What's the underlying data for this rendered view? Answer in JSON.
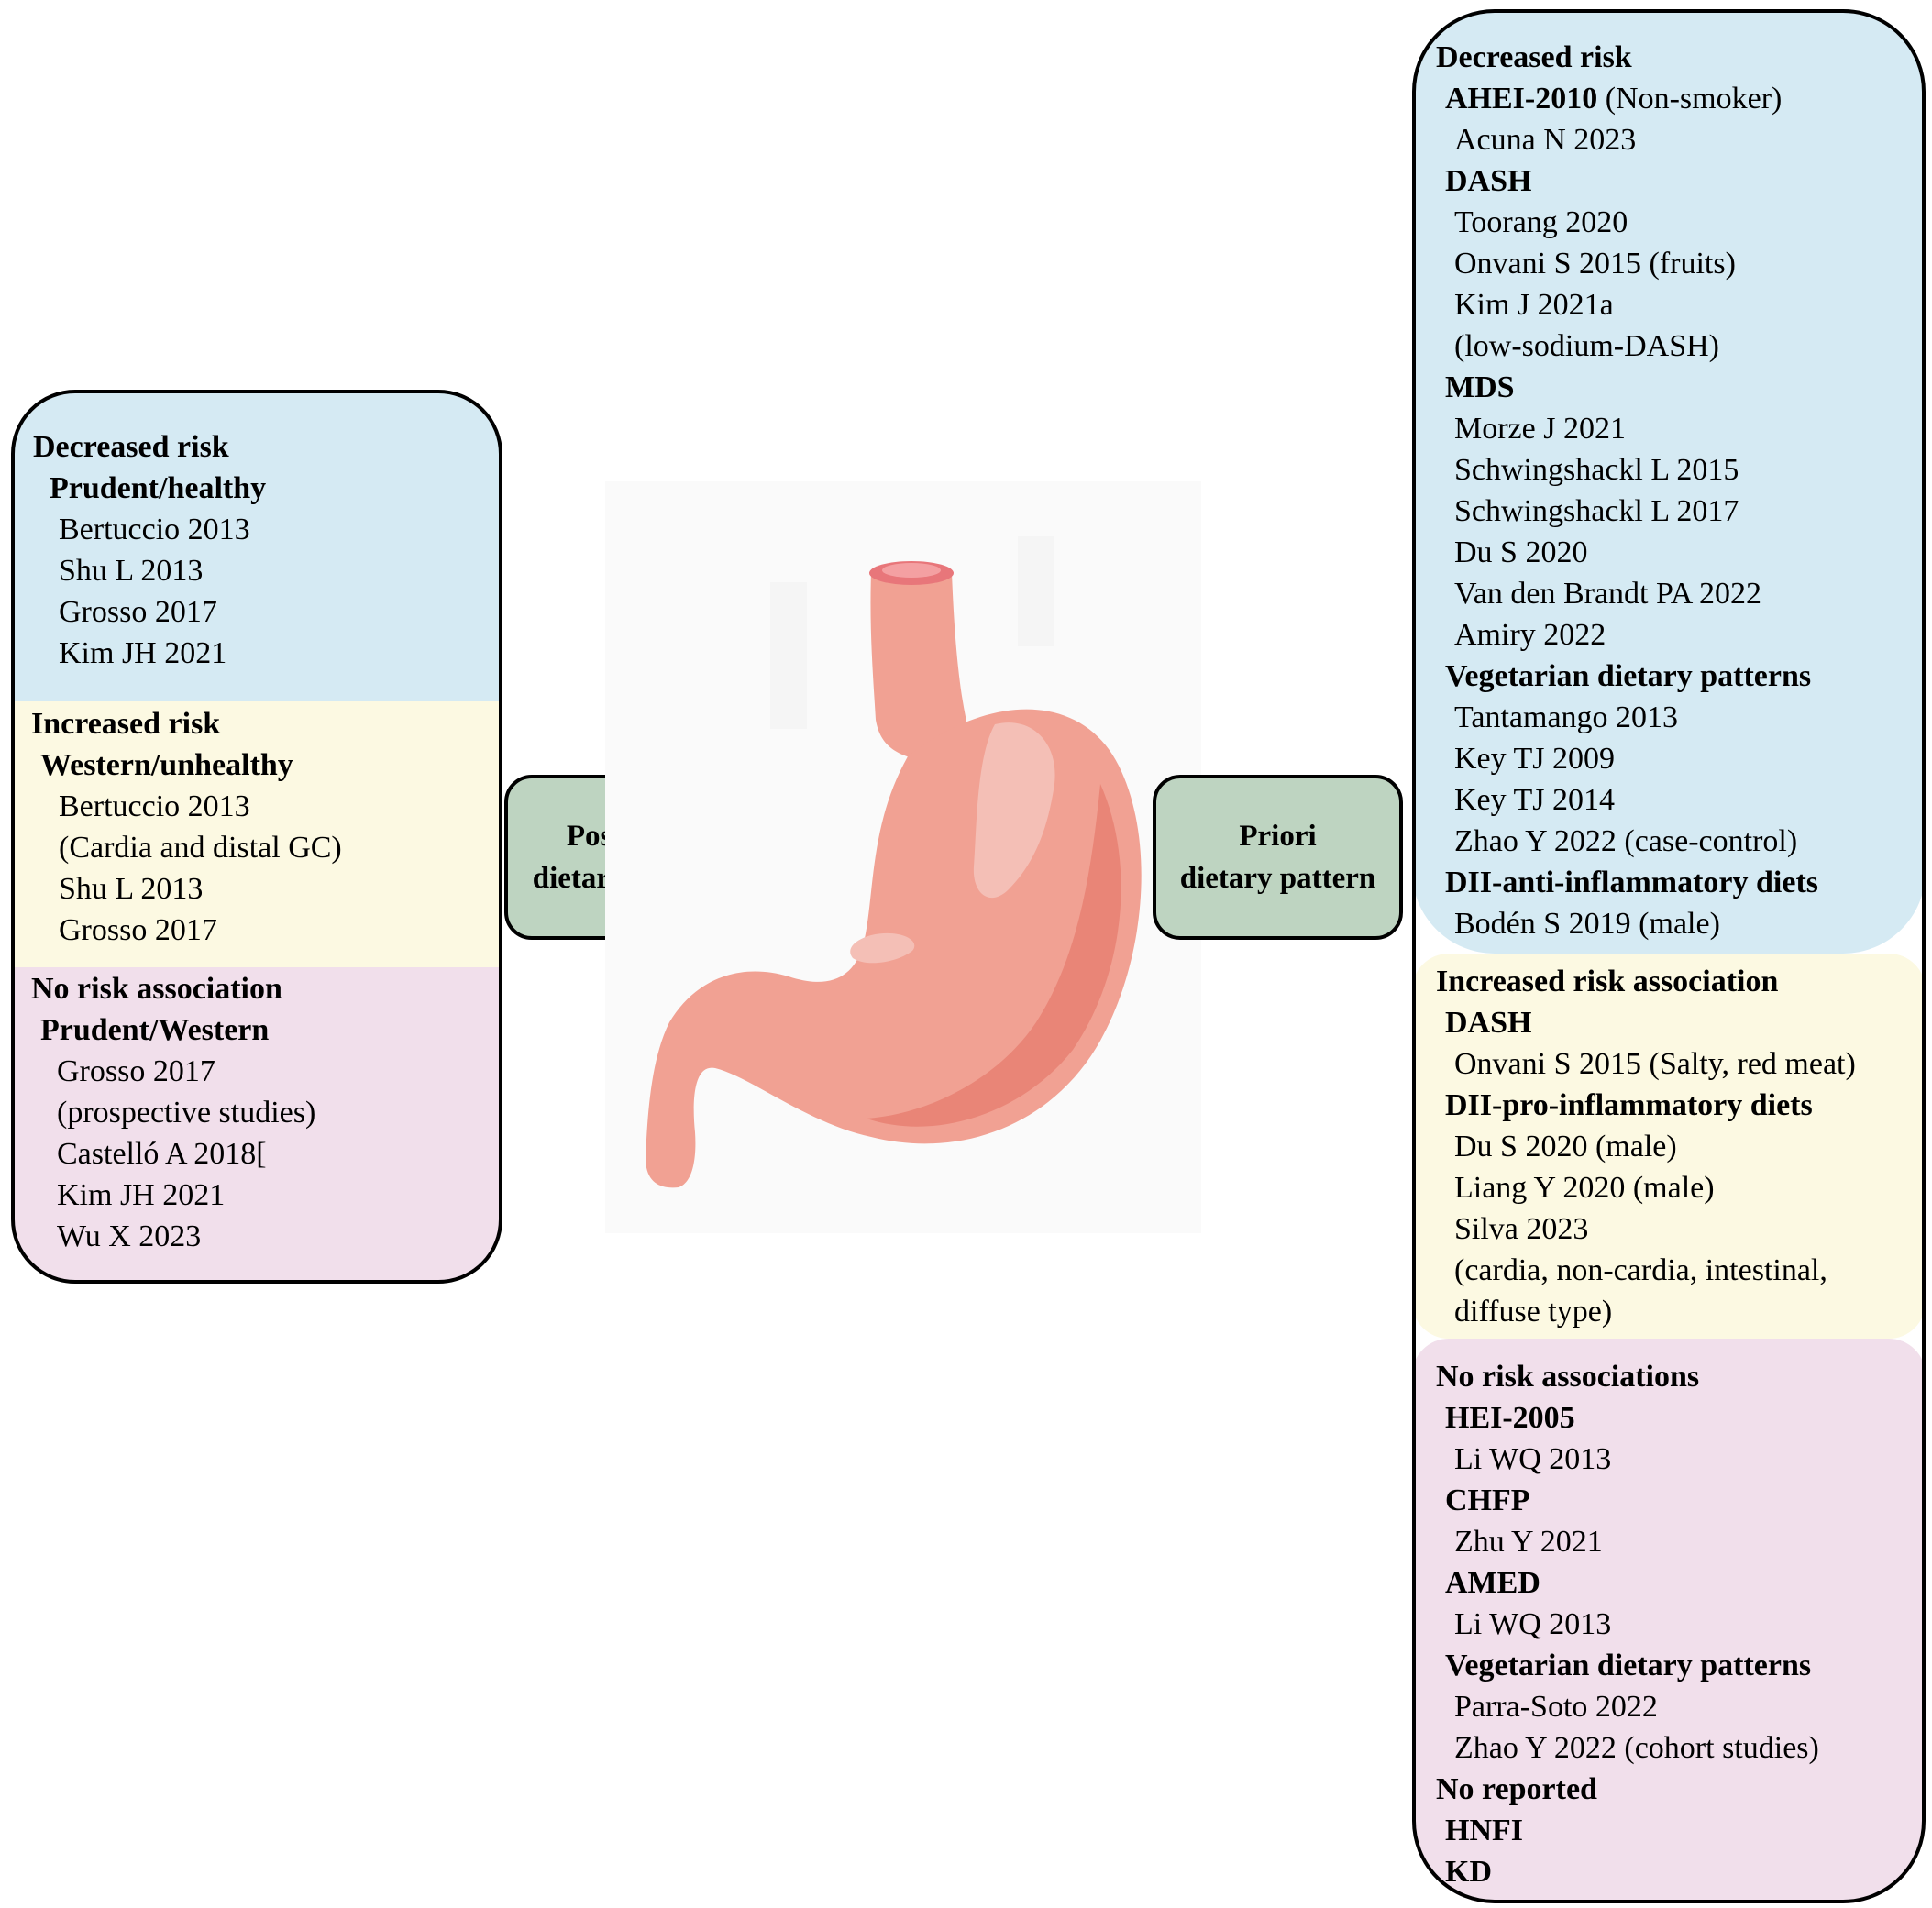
{
  "posteriori": {
    "label_lines": [
      "Posteriori",
      "dietary pattern"
    ],
    "decreased": {
      "heading": "Decreased risk",
      "pattern": "Prudent/healthy",
      "studies": [
        "Bertuccio 2013",
        "Shu L 2013",
        "Grosso 2017",
        "Kim JH 2021"
      ]
    },
    "increased": {
      "heading": "Increased risk",
      "pattern": "Western/unhealthy",
      "studies": [
        "Bertuccio 2013",
        "(Cardia and distal GC)",
        "Shu L 2013",
        "Grosso 2017"
      ]
    },
    "none": {
      "heading": "No risk association",
      "pattern": "Prudent/Western",
      "studies": [
        "Grosso 2017",
        "(prospective studies)",
        "Castelló A 2018[",
        "Kim JH 2021",
        "Wu X 2023"
      ]
    }
  },
  "priori": {
    "label_lines": [
      "Priori",
      "dietary pattern"
    ],
    "decreased": {
      "heading": "Decreased risk",
      "groups": [
        {
          "name": "AHEI-2010",
          "note": " (Non-smoker)",
          "studies": [
            "Acuna N 2023"
          ]
        },
        {
          "name": "DASH",
          "studies": [
            "Toorang 2020",
            "Onvani S 2015 (fruits)",
            "Kim J 2021a",
            "(low-sodium-DASH)"
          ]
        },
        {
          "name": "MDS",
          "studies": [
            "Morze J 2021",
            "Schwingshackl L 2015",
            "Schwingshackl L 2017",
            "Du S 2020",
            "Van den Brandt PA 2022",
            "Amiry 2022"
          ]
        },
        {
          "name": "Vegetarian dietary patterns",
          "studies": [
            "Tantamango 2013",
            "Key TJ 2009",
            "Key TJ 2014",
            "Zhao Y 2022 (case-control)"
          ]
        },
        {
          "name": "DII-anti-inflammatory diets",
          "studies": [
            "Bodén S 2019 (male)"
          ]
        }
      ]
    },
    "increased": {
      "heading": "Increased risk association",
      "groups": [
        {
          "name": "DASH",
          "studies": [
            "Onvani S 2015 (Salty, red meat)"
          ]
        },
        {
          "name": "DII-pro-inflammatory diets",
          "studies": [
            "Du S 2020 (male)",
            "Liang Y 2020 (male)",
            "Silva 2023",
            "(cardia, non-cardia, intestinal,",
            "diffuse type)"
          ]
        }
      ]
    },
    "none": {
      "heading": "No risk associations",
      "groups": [
        {
          "name": "HEI-2005",
          "studies": [
            "Li WQ 2013"
          ]
        },
        {
          "name": "CHFP",
          "studies": [
            "Zhu Y 2021"
          ]
        },
        {
          "name": "AMED",
          "studies": [
            "Li WQ 2013"
          ]
        },
        {
          "name": "Vegetarian dietary patterns",
          "studies": [
            "Parra-Soto 2022",
            "Zhao Y 2022 (cohort studies)"
          ]
        }
      ],
      "not_reported_heading": "No reported",
      "not_reported": [
        "HNFI",
        "KD"
      ]
    }
  },
  "colors": {
    "decreased": "#d5eaf3",
    "increased": "#fcf9e2",
    "none": "#f1dfeb",
    "label_box": "#bed4c1",
    "stomach": "#f1a193",
    "stomach_dark": "#e98577"
  },
  "illustration": "stomach-icon"
}
